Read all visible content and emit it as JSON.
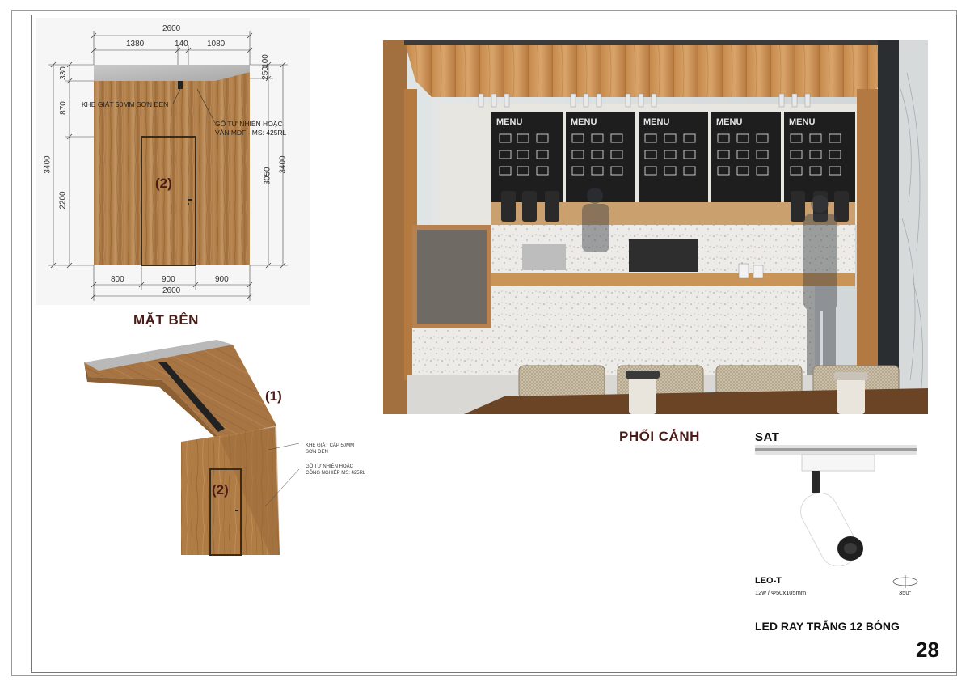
{
  "elevation": {
    "top_total": "2600",
    "top_segments": [
      "1380",
      "140",
      "1080"
    ],
    "bottom_segments": [
      "800",
      "900",
      "900"
    ],
    "bottom_total": "2600",
    "left_segments": [
      "330",
      "870",
      "2200"
    ],
    "left_total": "3400",
    "right_top": "250",
    "right_top2": "100",
    "right_middle": "3050",
    "right_total": "3400",
    "note_slot": "KHE GIÁT 50MM SƠN ĐEN",
    "note_wood_line1": "GỖ TỰ NHIÊN HOẶC",
    "note_wood_line2": "VÁN MDF - MS: 425RL",
    "door_label": "(2)",
    "caption": "MẶT BÊN"
  },
  "iso_view": {
    "label_canopy": "(1)",
    "label_door": "(2)",
    "note_slot_line1": "KHE GIÁT CẤP 50MM",
    "note_slot_line2": "SƠN ĐEN",
    "note_wood_line1": "GỖ TỰ NHIÊN HOẶC",
    "note_wood_line2": "CÔNG NGHIỆP MS: 425RL"
  },
  "render": {
    "caption": "PHỐI CẢNH",
    "menu_word": "MENU"
  },
  "product": {
    "brand": "SAT",
    "model": "LEO-T",
    "spec": "12w / Φ50x105mm",
    "rotation": "350°",
    "title": "LED RAY TRẮNG 12 BÓNG"
  },
  "page_number": "28"
}
